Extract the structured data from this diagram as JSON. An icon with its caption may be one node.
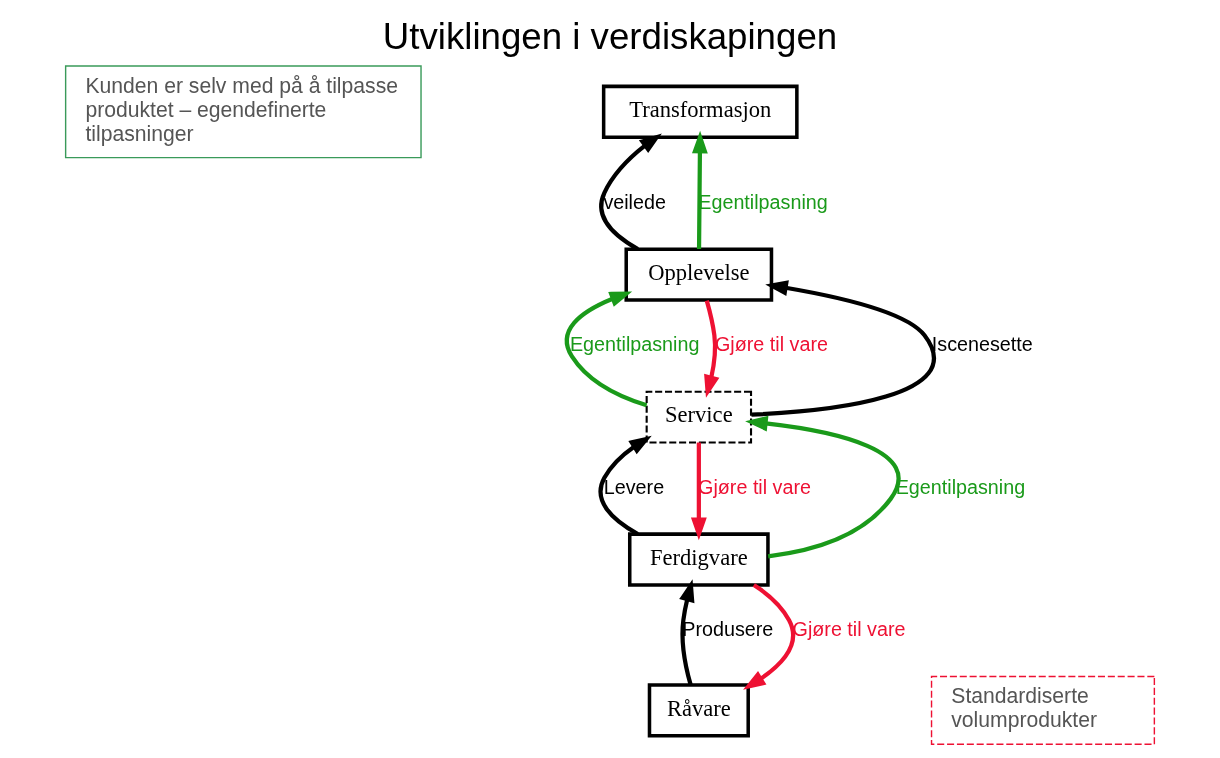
{
  "diagram": {
    "title": "Utviklingen i verdiskapingen",
    "nodes": [
      {
        "text": [
          "Transformasjon"
        ]
      },
      {
        "text": [
          "Opplevelse"
        ]
      },
      {
        "text": [
          "Service"
        ]
      },
      {
        "text": [
          "Ferdigvare"
        ]
      },
      {
        "text": [
          "Råvare"
        ]
      },
      {
        "text": [
          "Kunden er selv med på å tilpasse produktet – egendefinerte tilpasninger"
        ]
      },
      {
        "text": [
          "Standardiserte volumprodukter"
        ]
      }
    ],
    "edges": [
      {
        "from": 4,
        "to": 3,
        "arrow": "to",
        "label": "Produsere"
      },
      {
        "from": 3,
        "to": 2,
        "arrow": "to",
        "label": "Levere"
      },
      {
        "from": 2,
        "to": 1,
        "arrow": "to",
        "label": "Iscenesette"
      },
      {
        "from": 1,
        "to": 0,
        "arrow": "to",
        "label": "veilede"
      },
      {
        "from": 3,
        "to": 2,
        "arrow": "to",
        "label": "Egentilpasning",
        "color": "#1a9a1a"
      },
      {
        "from": 2,
        "to": 1,
        "arrow": "to",
        "label": "Egentilpasning",
        "color": "#1a9a1a"
      },
      {
        "from": 1,
        "to": 0,
        "arrow": "to",
        "label": "Egentilpasning",
        "color": "#1a9a1a"
      },
      {
        "from": 1,
        "to": 2,
        "arrow": "to",
        "label": "Gjøre til vare",
        "color": "#ee1133"
      },
      {
        "from": 2,
        "to": 3,
        "arrow": "to",
        "label": "Gjøre til vare",
        "color": "#ee1133"
      },
      {
        "from": 3,
        "to": 4,
        "arrow": "to",
        "label": "Gjøre til vare",
        "color": "#ee1133"
      }
    ]
  }
}
